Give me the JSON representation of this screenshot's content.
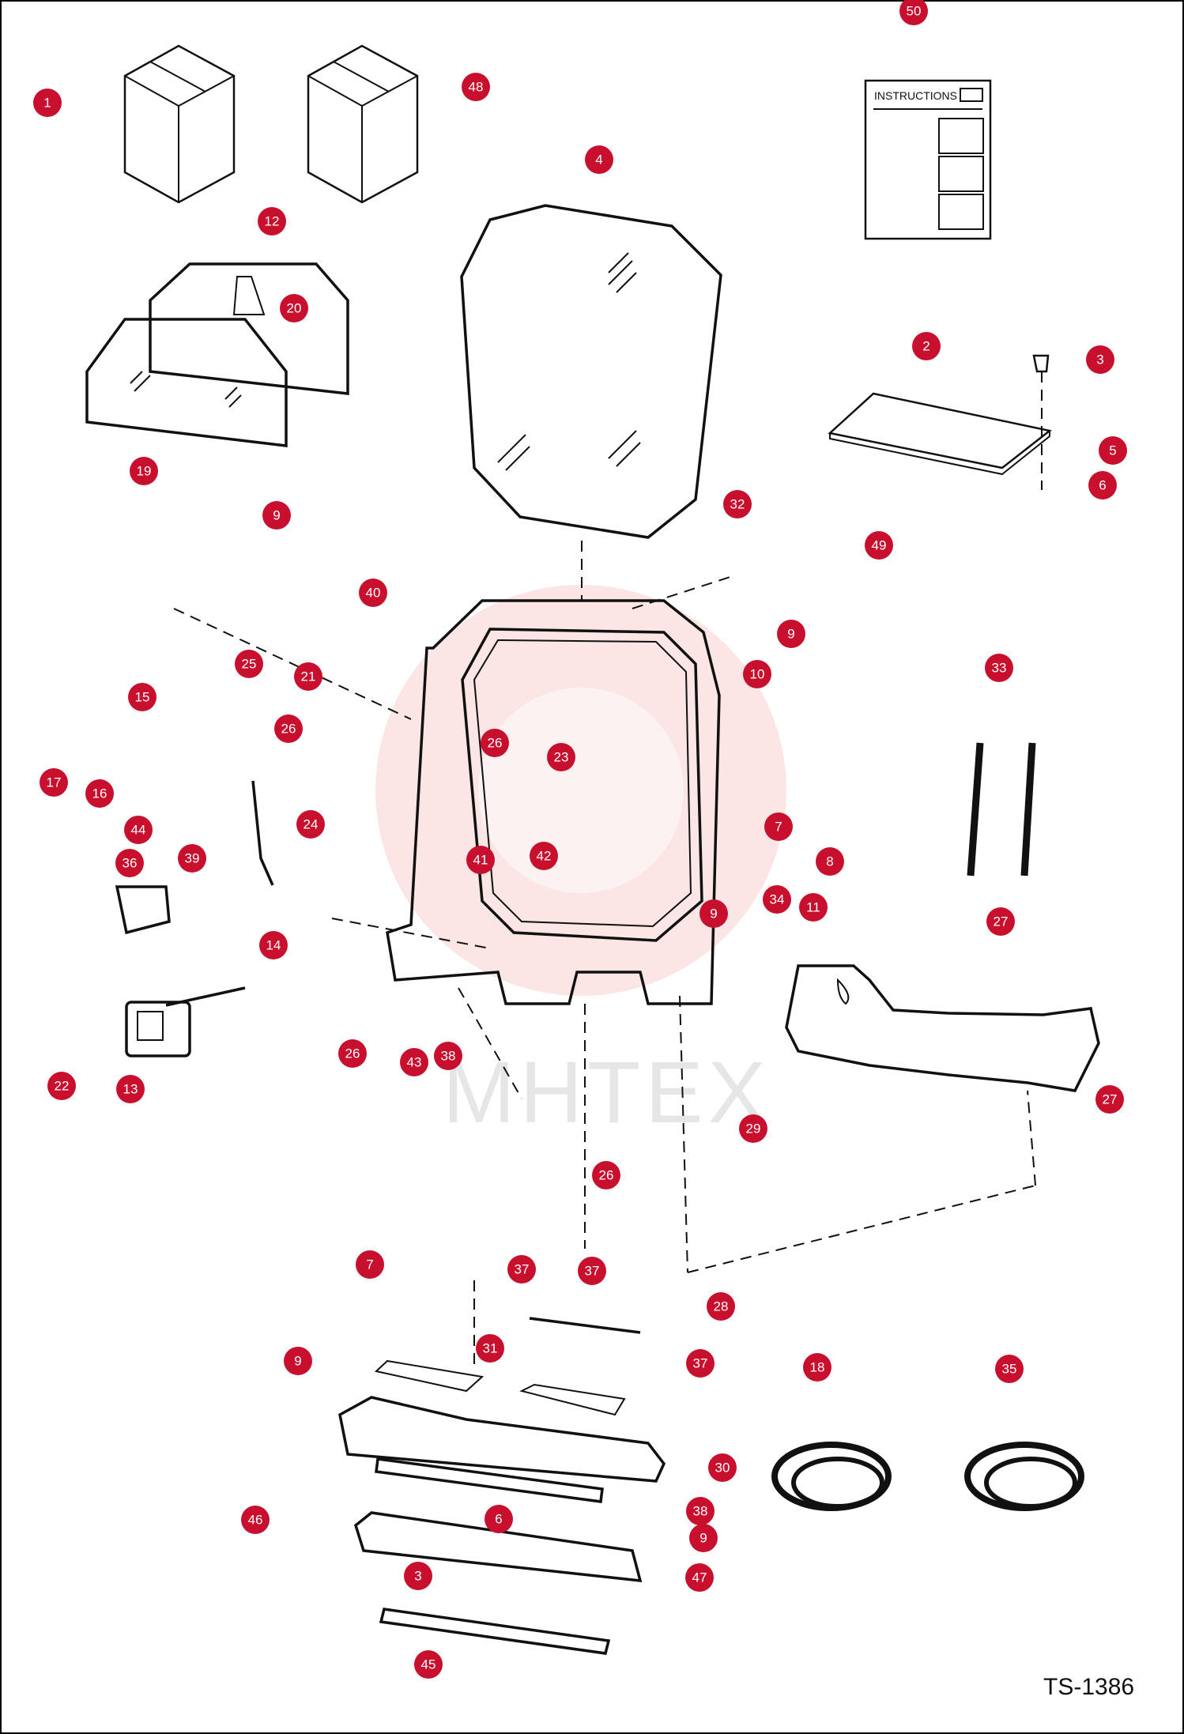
{
  "diagram": {
    "reference_code": "TS-1386",
    "watermark_text": "MHTEX",
    "instructions_label": "INSTRUCTIONS",
    "bubble_color": "#c8102e"
  },
  "callouts": [
    {
      "id": "c1",
      "number": "1"
    },
    {
      "id": "c48",
      "number": "48"
    },
    {
      "id": "c50",
      "number": "50"
    },
    {
      "id": "c4",
      "number": "4"
    },
    {
      "id": "c12",
      "number": "12"
    },
    {
      "id": "c20",
      "number": "20"
    },
    {
      "id": "c19",
      "number": "19"
    },
    {
      "id": "c2",
      "number": "2"
    },
    {
      "id": "c3a",
      "number": "3"
    },
    {
      "id": "c5",
      "number": "5"
    },
    {
      "id": "c6a",
      "number": "6"
    },
    {
      "id": "c32",
      "number": "32"
    },
    {
      "id": "c49",
      "number": "49"
    },
    {
      "id": "c9a",
      "number": "9"
    },
    {
      "id": "c40",
      "number": "40"
    },
    {
      "id": "c9b",
      "number": "9"
    },
    {
      "id": "c10",
      "number": "10"
    },
    {
      "id": "c25",
      "number": "25"
    },
    {
      "id": "c21",
      "number": "21"
    },
    {
      "id": "c15",
      "number": "15"
    },
    {
      "id": "c26a",
      "number": "26"
    },
    {
      "id": "c26b",
      "number": "26"
    },
    {
      "id": "c23",
      "number": "23"
    },
    {
      "id": "c33",
      "number": "33"
    },
    {
      "id": "c17",
      "number": "17"
    },
    {
      "id": "c16",
      "number": "16"
    },
    {
      "id": "c44",
      "number": "44"
    },
    {
      "id": "c24",
      "number": "24"
    },
    {
      "id": "c36",
      "number": "36"
    },
    {
      "id": "c39",
      "number": "39"
    },
    {
      "id": "c41",
      "number": "41"
    },
    {
      "id": "c42",
      "number": "42"
    },
    {
      "id": "c7a",
      "number": "7"
    },
    {
      "id": "c8",
      "number": "8"
    },
    {
      "id": "c34",
      "number": "34"
    },
    {
      "id": "c11",
      "number": "11"
    },
    {
      "id": "c9c",
      "number": "9"
    },
    {
      "id": "c27a",
      "number": "27"
    },
    {
      "id": "c14",
      "number": "14"
    },
    {
      "id": "c22",
      "number": "22"
    },
    {
      "id": "c13",
      "number": "13"
    },
    {
      "id": "c26c",
      "number": "26"
    },
    {
      "id": "c43",
      "number": "43"
    },
    {
      "id": "c38a",
      "number": "38"
    },
    {
      "id": "c27b",
      "number": "27"
    },
    {
      "id": "c29",
      "number": "29"
    },
    {
      "id": "c26d",
      "number": "26"
    },
    {
      "id": "c7b",
      "number": "7"
    },
    {
      "id": "c37a",
      "number": "37"
    },
    {
      "id": "c37b",
      "number": "37"
    },
    {
      "id": "c28",
      "number": "28"
    },
    {
      "id": "c9d",
      "number": "9"
    },
    {
      "id": "c31",
      "number": "31"
    },
    {
      "id": "c37c",
      "number": "37"
    },
    {
      "id": "c18",
      "number": "18"
    },
    {
      "id": "c35",
      "number": "35"
    },
    {
      "id": "c30",
      "number": "30"
    },
    {
      "id": "c46",
      "number": "46"
    },
    {
      "id": "c6b",
      "number": "6"
    },
    {
      "id": "c38b",
      "number": "38"
    },
    {
      "id": "c9e",
      "number": "9"
    },
    {
      "id": "c3b",
      "number": "3"
    },
    {
      "id": "c47",
      "number": "47"
    },
    {
      "id": "c45",
      "number": "45"
    }
  ]
}
